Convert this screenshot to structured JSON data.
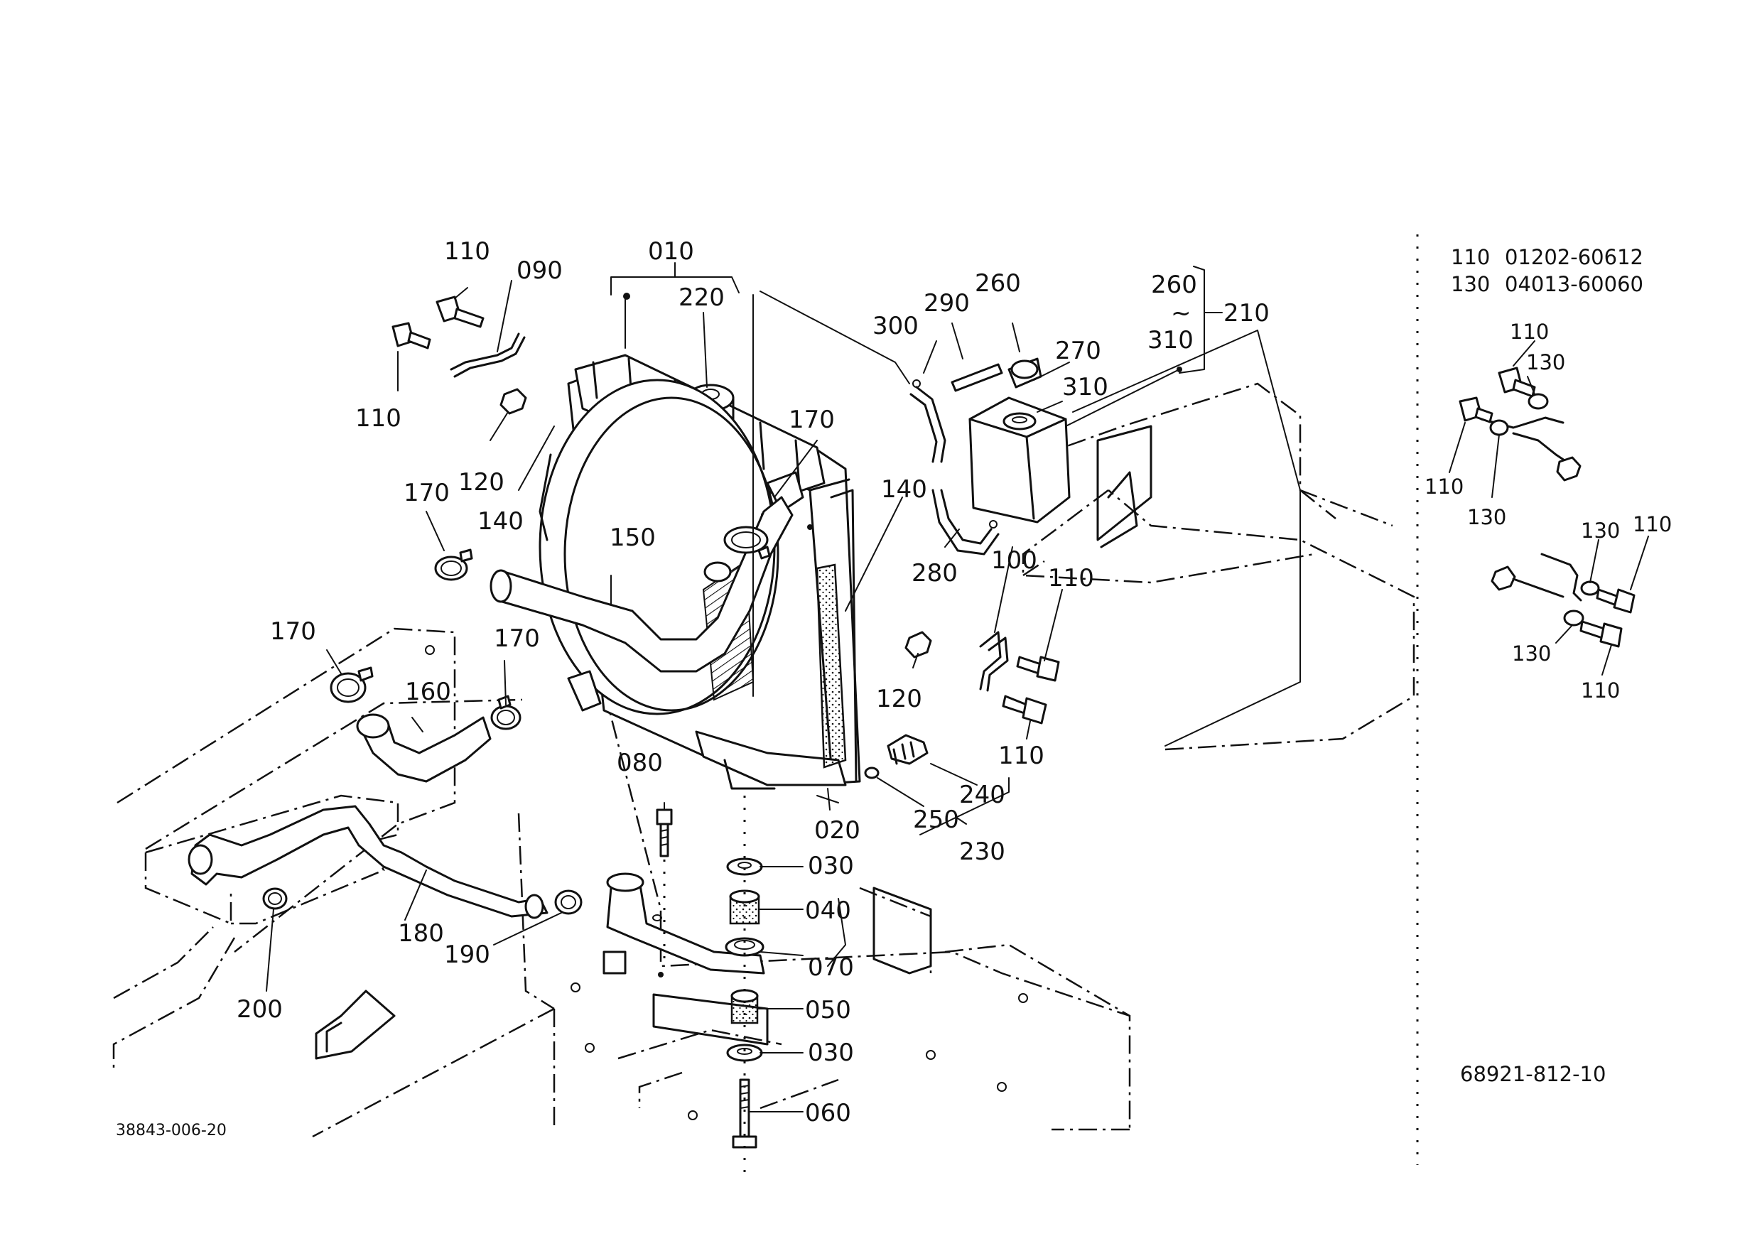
{
  "diagram_code": "38843-006-20",
  "inset_code": "68921-812-10",
  "part_numbers": [
    {
      "ref": "110",
      "part_no": "01202-60612"
    },
    {
      "ref": "130",
      "part_no": "04013-60060"
    }
  ],
  "callouts": {
    "c010": "010",
    "c220": "220",
    "c110a": "110",
    "c090": "090",
    "c110b": "110",
    "c120a": "120",
    "c140a": "140",
    "c170a": "170",
    "c150": "150",
    "c170b": "170",
    "c300": "300",
    "c290": "290",
    "c260a": "260",
    "c270": "270",
    "c310a": "310",
    "c260b": "260",
    "c310b": "310",
    "c210": "210",
    "c140b": "140",
    "c280": "280",
    "c100": "100",
    "c110c": "110",
    "c120b": "120",
    "c110d": "110",
    "c170c": "170",
    "c160": "160",
    "c170d": "170",
    "c080": "080",
    "c240": "240",
    "c250": "250",
    "c230": "230",
    "c020": "020",
    "c030a": "030",
    "c040": "040",
    "c070": "070",
    "c180": "180",
    "c190": "190",
    "c200": "200",
    "c050": "050",
    "c030b": "030",
    "c060": "060",
    "i110a": "110",
    "i130a": "130",
    "i110b": "110",
    "i130b": "130",
    "i130c": "130",
    "i110c": "110",
    "i130d": "130",
    "i110d": "110"
  },
  "tilde": "~"
}
